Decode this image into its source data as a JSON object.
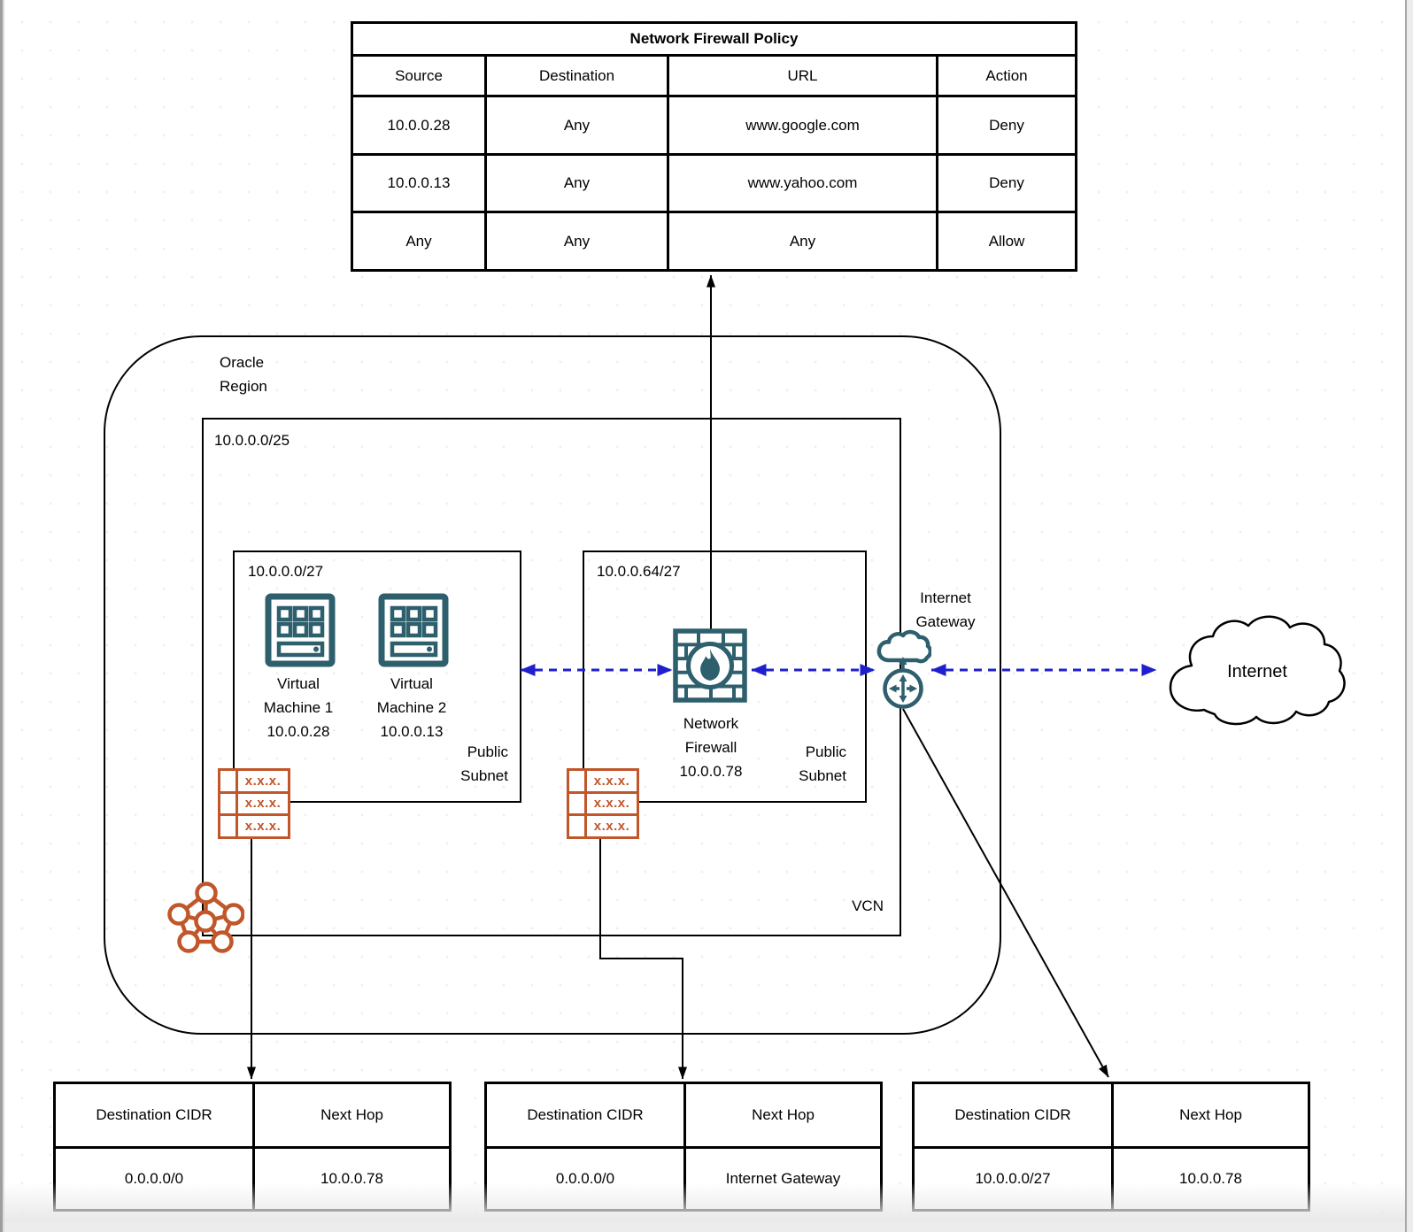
{
  "policy": {
    "title": "Network Firewall Policy",
    "headers": [
      "Source",
      "Destination",
      "URL",
      "Action"
    ],
    "rows": [
      [
        "10.0.0.28",
        "Any",
        "www.google.com",
        "Deny"
      ],
      [
        "10.0.0.13",
        "Any",
        "www.yahoo.com",
        "Deny"
      ],
      [
        "Any",
        "Any",
        "Any",
        "Allow"
      ]
    ]
  },
  "region": {
    "label": "Oracle Region"
  },
  "vcn": {
    "cidr": "10.0.0.0/25",
    "label": "VCN"
  },
  "subnet1": {
    "cidr": "10.0.0.0/27",
    "public_label": "Public Subnet",
    "vms": [
      {
        "name": "Virtual Machine 1",
        "ip": "10.0.0.28"
      },
      {
        "name": "Virtual Machine 2",
        "ip": "10.0.0.13"
      }
    ]
  },
  "subnet2": {
    "cidr": "10.0.0.64/27",
    "public_label": "Public Subnet",
    "firewall": {
      "name": "Network Firewall",
      "ip": "10.0.0.78"
    }
  },
  "internet_gateway": {
    "label": "Internet Gateway"
  },
  "internet": {
    "label": "Internet"
  },
  "route_icon": {
    "cell": "x.x.x."
  },
  "route_tables": [
    {
      "headers": [
        "Destination CIDR",
        "Next Hop"
      ],
      "rows": [
        [
          "0.0.0.0/0",
          "10.0.0.78"
        ]
      ]
    },
    {
      "headers": [
        "Destination CIDR",
        "Next Hop"
      ],
      "rows": [
        [
          "0.0.0.0/0",
          "Internet Gateway"
        ]
      ]
    },
    {
      "headers": [
        "Destination CIDR",
        "Next Hop"
      ],
      "rows": [
        [
          "10.0.0.0/27",
          "10.0.0.78"
        ]
      ]
    }
  ],
  "colors": {
    "icon_teal": "#2e5f6d",
    "icon_orange": "#c0562a",
    "flow_blue": "#1f1fce",
    "line_black": "#000000"
  }
}
